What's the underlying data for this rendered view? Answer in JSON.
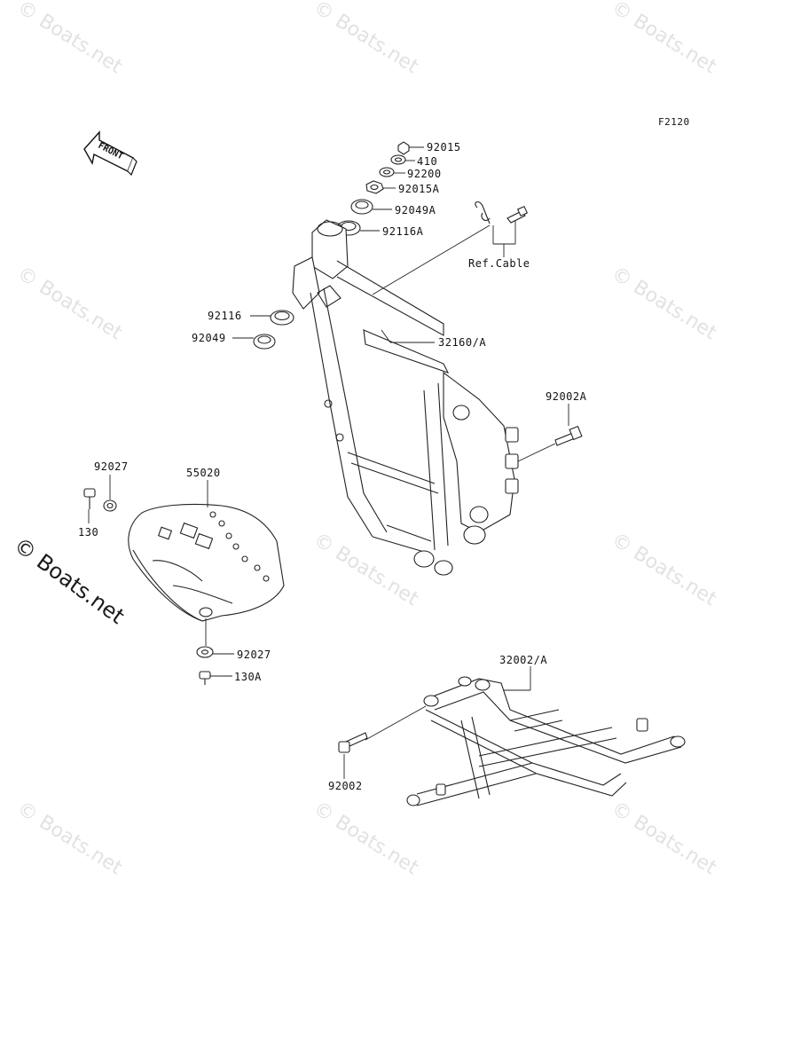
{
  "figure_code": "F2120",
  "front_label": "FRONT",
  "watermark_text": "© Boats.net",
  "watermark_color": "#e2e2e2",
  "ref_label": "Ref.Cable",
  "parts": {
    "p92015": "92015",
    "p410": "410",
    "p92200": "92200",
    "p92015A": "92015A",
    "p92049A": "92049A",
    "p92116A": "92116A",
    "p92116": "92116",
    "p92049": "92049",
    "p32160A": "32160/A",
    "p92002A": "92002A",
    "p92027_top": "92027",
    "p55020": "55020",
    "p130": "130",
    "p92027_bottom": "92027",
    "p130A": "130A",
    "p32002A": "32002/A",
    "p92002": "92002"
  }
}
